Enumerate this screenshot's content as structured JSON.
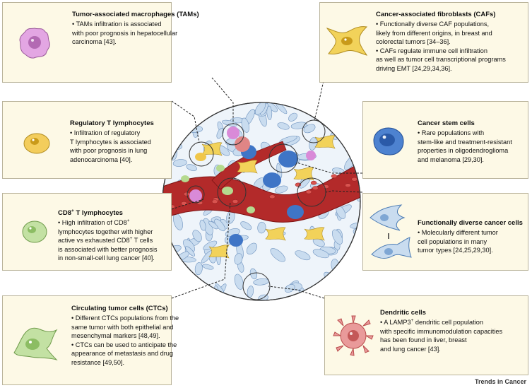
{
  "boxes": {
    "tam": {
      "title": "Tumor-associated macrophages (TAMs)",
      "lines": [
        "• TAMs infiltration is associated",
        "with poor prognosis in hepatocellular",
        "carcinoma [43]."
      ]
    },
    "treg": {
      "title": "Regulatory T lymphocytes",
      "lines": [
        "• Infiltration of regulatory",
        "T lymphocytes is associated",
        "with poor prognosis in lung",
        "adenocarcinoma [40]."
      ]
    },
    "cd8": {
      "title_pre": "CD8",
      "title_sup": "+",
      "title_post": " T lymphocytes",
      "l1_pre": "• High infiltration of CD8",
      "l1_sup": "+",
      "l2": "lymphocytes together with higher",
      "l3_pre": "active vs exhausted CD8",
      "l3_sup": "+",
      "l3_post": " T cells",
      "l4": "is associated with better prognosis",
      "l5": "in non-small-cell lung cancer [40]."
    },
    "ctc": {
      "title": "Circulating tumor cells (CTCs)",
      "lines": [
        "• Different CTCs populations from the",
        "same tumor with both epithelial and",
        "mesenchymal markers [48,49].",
        "• CTCs can be used to anticipate the",
        "appearance of metastasis and drug",
        "resistance [49,50]."
      ]
    },
    "caf": {
      "title": "Cancer-associated fibroblasts (CAFs)",
      "lines": [
        "• Functionally diverse CAF populations,",
        "likely from different origins, in breast and",
        "colorectal tumors [34–36].",
        "• CAFs regulate immune cell infiltration",
        "as well as tumor cell transcriptional programs",
        "driving EMT [24,29,34,36]."
      ]
    },
    "csc": {
      "title": "Cancer stem cells",
      "lines": [
        "• Rare populations with",
        "stem-like and treatment-resistant",
        "properties in oligodendroglioma",
        "and melanoma [29,30]."
      ]
    },
    "fdc": {
      "title": "Functionally diverse cancer cells",
      "lines": [
        "• Molecularly different tumor",
        "cell populations in many",
        "tumor types [24,25,29,30]."
      ]
    },
    "dc": {
      "title": "Dendritic cells",
      "l1_pre": "• A LAMP3",
      "l1_sup": "+",
      "l1_post": " dendritic cell population",
      "lines": [
        "with specific immunomodulation capacities",
        "has been found in liver, breast",
        "and lung cancer [43]."
      ]
    }
  },
  "footer": "Trends in Cancer",
  "colors": {
    "box_bg": "#fdf9e6",
    "box_border": "#b9b39a",
    "vessel": "#b32a2a",
    "tumor_cell": "#c9dcef",
    "caf": "#f2d25a",
    "macrophage": "#d98ad8",
    "stem": "#3f75c6",
    "treg": "#f0c64a",
    "cd8": "#b5da8f",
    "dendritic": "#e08585"
  }
}
